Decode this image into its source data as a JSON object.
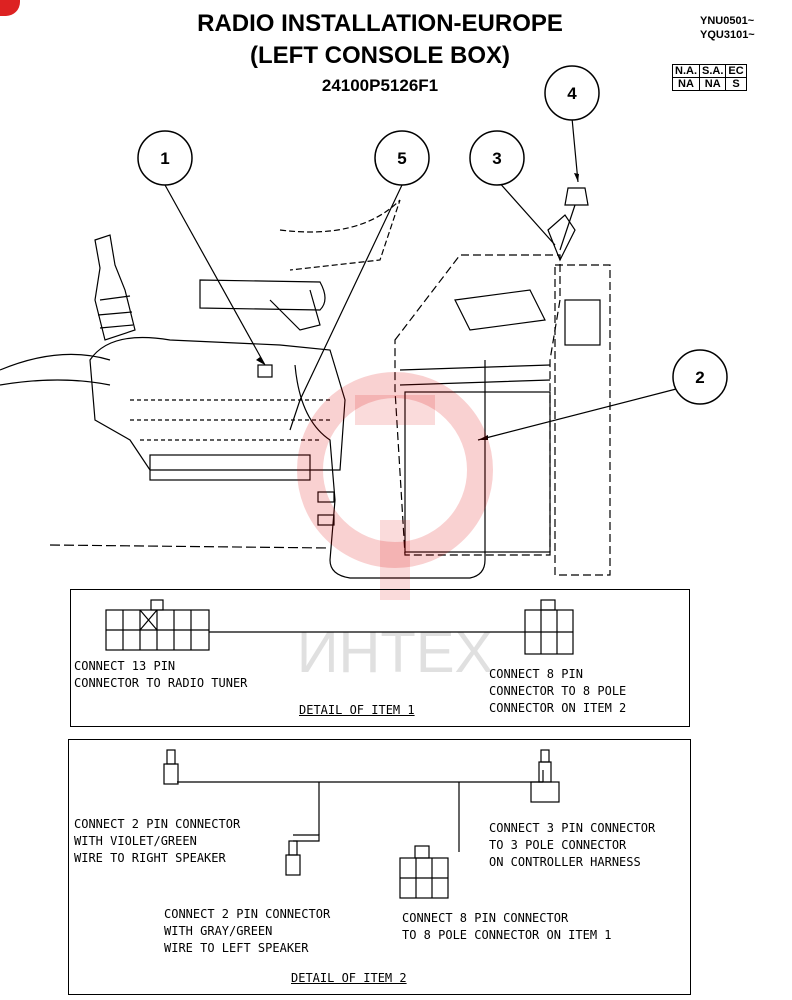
{
  "title": {
    "line1": "RADIO INSTALLATION-EUROPE",
    "line2": "(LEFT CONSOLE BOX)",
    "part_number": "24100P5126F1"
  },
  "serials": [
    "YNU0501~",
    "YQU3101~"
  ],
  "regions": {
    "headers": [
      "N.A.",
      "S.A.",
      "EC"
    ],
    "values": [
      "NA",
      "NA",
      "S"
    ]
  },
  "callouts": [
    "1",
    "5",
    "3",
    "4",
    "2"
  ],
  "watermark": "ИНТЕХ",
  "detail1": {
    "left_label": "CONNECT 13 PIN\nCONNECTOR TO RADIO TUNER",
    "right_label": "CONNECT 8 PIN\nCONNECTOR TO 8 POLE\nCONNECTOR ON ITEM 2",
    "caption": "DETAIL OF ITEM 1"
  },
  "detail2": {
    "label_a": "CONNECT 2 PIN CONNECTOR\nWITH VIOLET/GREEN\nWIRE TO RIGHT SPEAKER",
    "label_b": "CONNECT 3 PIN CONNECTOR\nTO 3 POLE CONNECTOR\nON CONTROLLER HARNESS",
    "label_c": "CONNECT 2 PIN CONNECTOR\nWITH GRAY/GREEN\nWIRE TO LEFT SPEAKER",
    "label_d": "CONNECT 8 PIN CONNECTOR\nTO 8 POLE CONNECTOR ON ITEM 1",
    "caption": "DETAIL OF ITEM 2"
  }
}
